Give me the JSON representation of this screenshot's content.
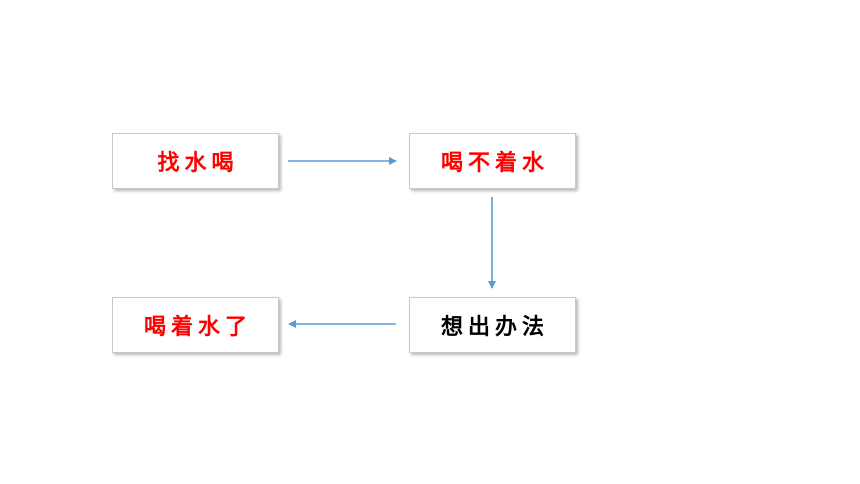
{
  "flow": {
    "steps": [
      {
        "label": "找水喝",
        "color": "#ff0000"
      },
      {
        "label": "喝不着水",
        "color": "#ff0000"
      },
      {
        "label": "想出办法",
        "color": "#000000"
      },
      {
        "label": "喝着水了",
        "color": "#ff0000"
      }
    ],
    "arrow_color": "#5b9bd5"
  }
}
